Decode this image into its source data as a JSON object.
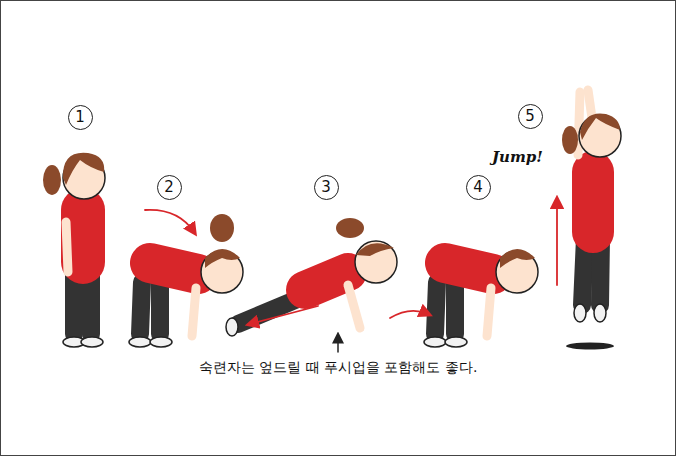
{
  "diagram": {
    "nodes": [
      {
        "text": [
          "1"
        ]
      },
      {
        "text": [
          "2"
        ]
      },
      {
        "text": [
          "3"
        ]
      },
      {
        "text": [
          "4"
        ]
      },
      {
        "text": [
          "5"
        ]
      }
    ],
    "edges": [],
    "labels": [
      "Jump!",
      "숙련자는 엎드릴 때 푸시업을 포함해도 좋다."
    ]
  }
}
